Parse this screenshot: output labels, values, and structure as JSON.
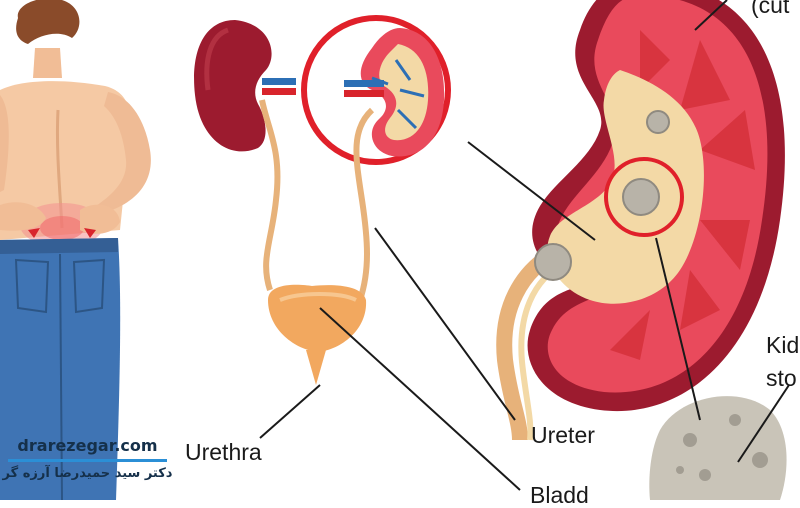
{
  "labels": {
    "urethra": "Urethra",
    "ureter": "Ureter",
    "bladder": "Bladd",
    "cut": "(cut",
    "kidney_stone_line1": "Kid",
    "kidney_stone_line2": "sto"
  },
  "watermark": {
    "site": "drarezegar.com",
    "name": "دکتر سید حمیدرضا آرزه گر"
  },
  "colors": {
    "kidney_dark": "#9c1b2f",
    "kidney_cortex": "#e94a5c",
    "renal_pelvis": "#f3d9a6",
    "ureter": "#e7b27a",
    "bladder": "#f2a85f",
    "highlight_circle": "#e0202a",
    "stone": "#b8b3a8",
    "watermark_accent": "#2b8fd6",
    "skin": "#f5c9a4",
    "jeans": "#3f74b4"
  },
  "icons": [
    "human-back-figure",
    "kidney-exterior",
    "kidney-cross-section",
    "bladder",
    "kidney-stone"
  ]
}
